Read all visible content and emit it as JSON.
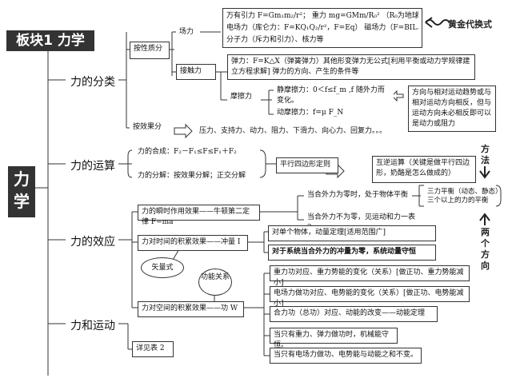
{
  "title": "板块1 力学",
  "root": "力学",
  "gold_formula_note": "黄金代换式",
  "method_note": "方法",
  "two_directions_note": "两个方向",
  "categories": {
    "fen_lei": "力的分类",
    "yun_suan": "力的运算",
    "xiao_ying": "力的效应",
    "yun_dong": "力和运动"
  },
  "classification": {
    "by_nature": "按性质分",
    "by_effect": "按效果分",
    "field_force": "场力",
    "contact_force": "接触力",
    "friction": "摩擦力",
    "field_items": [
      "万有引力 F=Gm₁m₂/r²；  重力 mg=GMm/R₀² （R₀为地球的半径）",
      "电场力（库仑力：F=KQ₁Q₂/r²，F=Eq）   磁场力（F=BIL、  f=qvB）",
      "分子力（斥力和引力）、核力等"
    ],
    "elastic": "弹力：F=K△X（弹簧弹力）其他形变弹力无公式[利用平衡或动力学规律建立方程求解] 弹力的方向、产生的条件等",
    "static_friction": "静摩擦力：0＜f≤f_m ,f 随外力而变化。",
    "kinetic_friction": "动摩擦力：f=μ F_N",
    "friction_direction": "方向与相对运动趋势或与相对运动方向相反，但与运动方向未必相反即可以是动力或阻力",
    "effect_items": "压力、支持力、动力、阻力、下滑力、向心力、回复力。。。"
  },
  "operation": {
    "synthesis": "力的合成：F₂－F₁≤F≤F₁＋F₂",
    "decomposition": "力的分解：按效果分解；正交分解",
    "parallelogram": "平行四边形定则",
    "reciprocal": "互逆运算（关键是做平行四边形，奶酪是怎么做成的）"
  },
  "effect": {
    "instant": "力的瞬时作用效果——牛顿第二定律 F=ma",
    "net_zero": "当合外力为零时，处于物体平衡",
    "net_nonzero": "当合外力不为零，见运动和力一表 2。",
    "three_forces": "三力平衡（动态、静态）",
    "more_forces": "三个以上的力的平衡",
    "time_accum": "力对时间的积累效果——冲量 I",
    "single_object": "对单个物体，动量定理[适用范围广]",
    "system": "对于系统当合外力的冲量为零，系统动量守恒",
    "vector": "矢量式",
    "space_accum": "力对空间的积累效果——功 W",
    "work_energy": "功能关系",
    "work_items": [
      "重力功对应、重力势能的变化（关系）[做正功、重力势能减小]",
      "电场力做功对应、电势能的变化（关系）[做正功、电势能减小]",
      "合力功（总功）对应、动能的改变——动能定理",
      "当只有重力、弹力做功时，机械能守恒。",
      "当只有电场力做功、电势能与动能之和不变。"
    ],
    "see_table": "详见表 2"
  }
}
